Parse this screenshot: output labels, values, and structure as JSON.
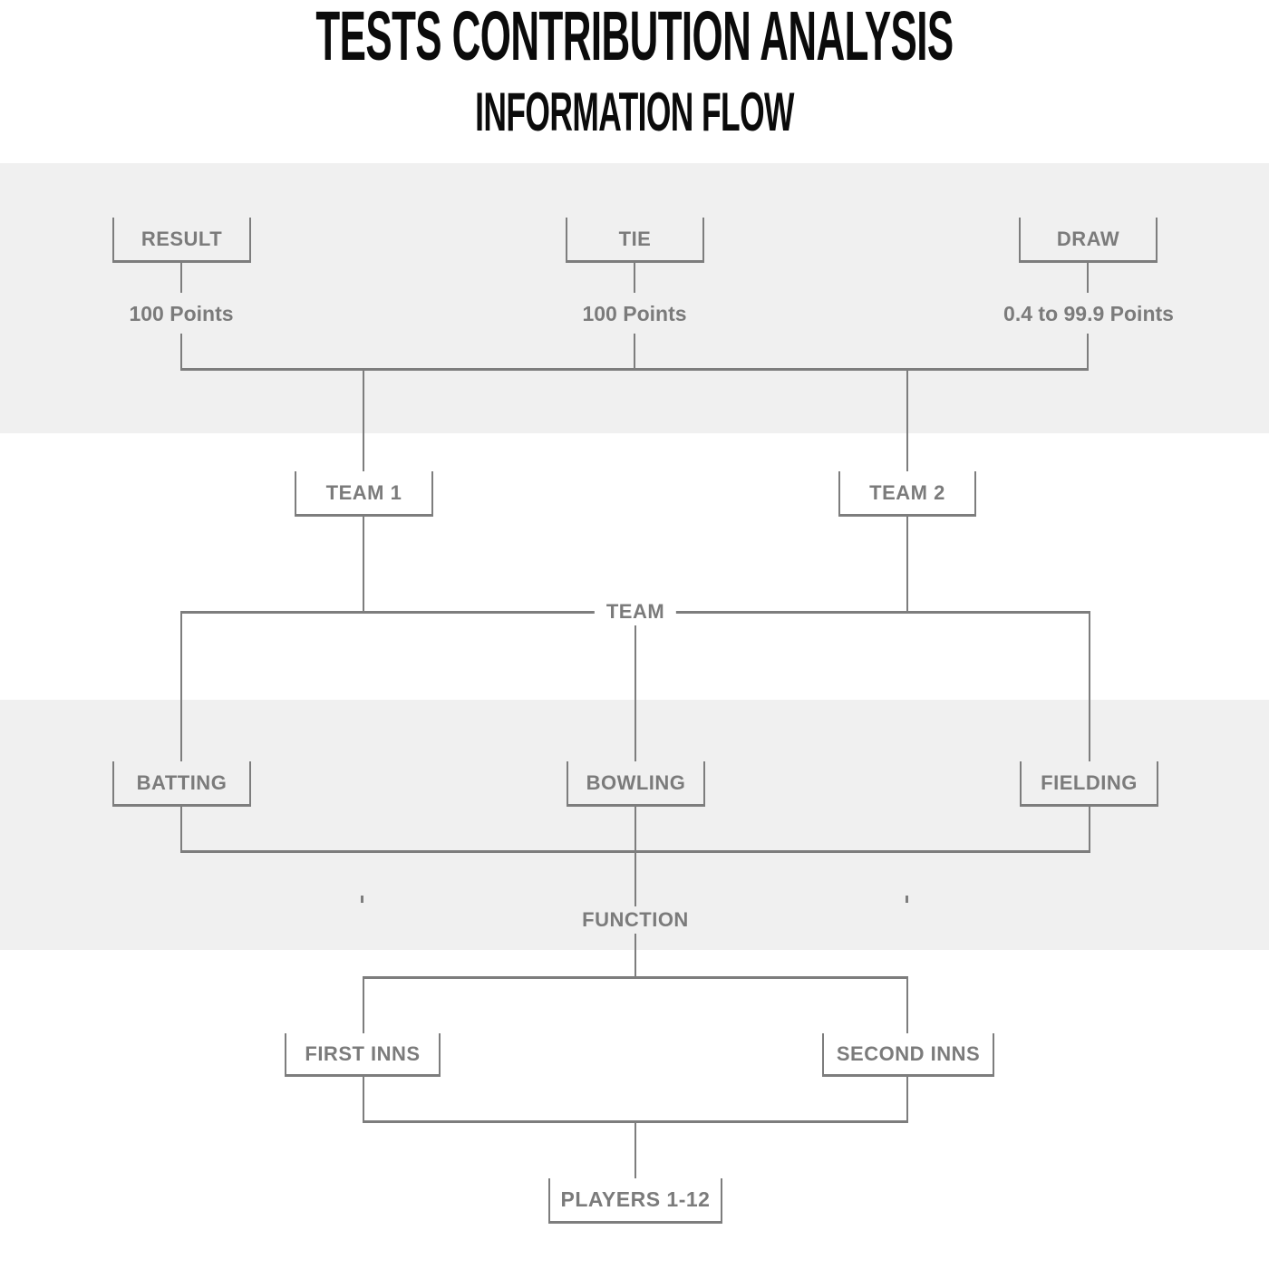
{
  "title": "TESTS CONTRIBUTION ANALYSIS",
  "subtitle": "INFORMATION FLOW",
  "colors": {
    "background": "#ffffff",
    "band": "#f0f0f0",
    "line": "#7d7d7d",
    "label_text": "#7b7b7b",
    "title_text": "#0b0b0b"
  },
  "flow": {
    "outcomes": [
      {
        "label": "RESULT",
        "points": "100 Points"
      },
      {
        "label": "TIE",
        "points": "100 Points"
      },
      {
        "label": "DRAW",
        "points": "0.4 to 99.9 Points"
      }
    ],
    "teams": [
      {
        "label": "TEAM 1"
      },
      {
        "label": "TEAM 2"
      }
    ],
    "team_join_label": "TEAM",
    "functions": [
      {
        "label": "BATTING"
      },
      {
        "label": "BOWLING"
      },
      {
        "label": "FIELDING"
      }
    ],
    "function_join_label": "FUNCTION",
    "innings": [
      {
        "label": "FIRST INNS"
      },
      {
        "label": "SECOND INNS"
      }
    ],
    "players_label": "PLAYERS 1-12"
  }
}
